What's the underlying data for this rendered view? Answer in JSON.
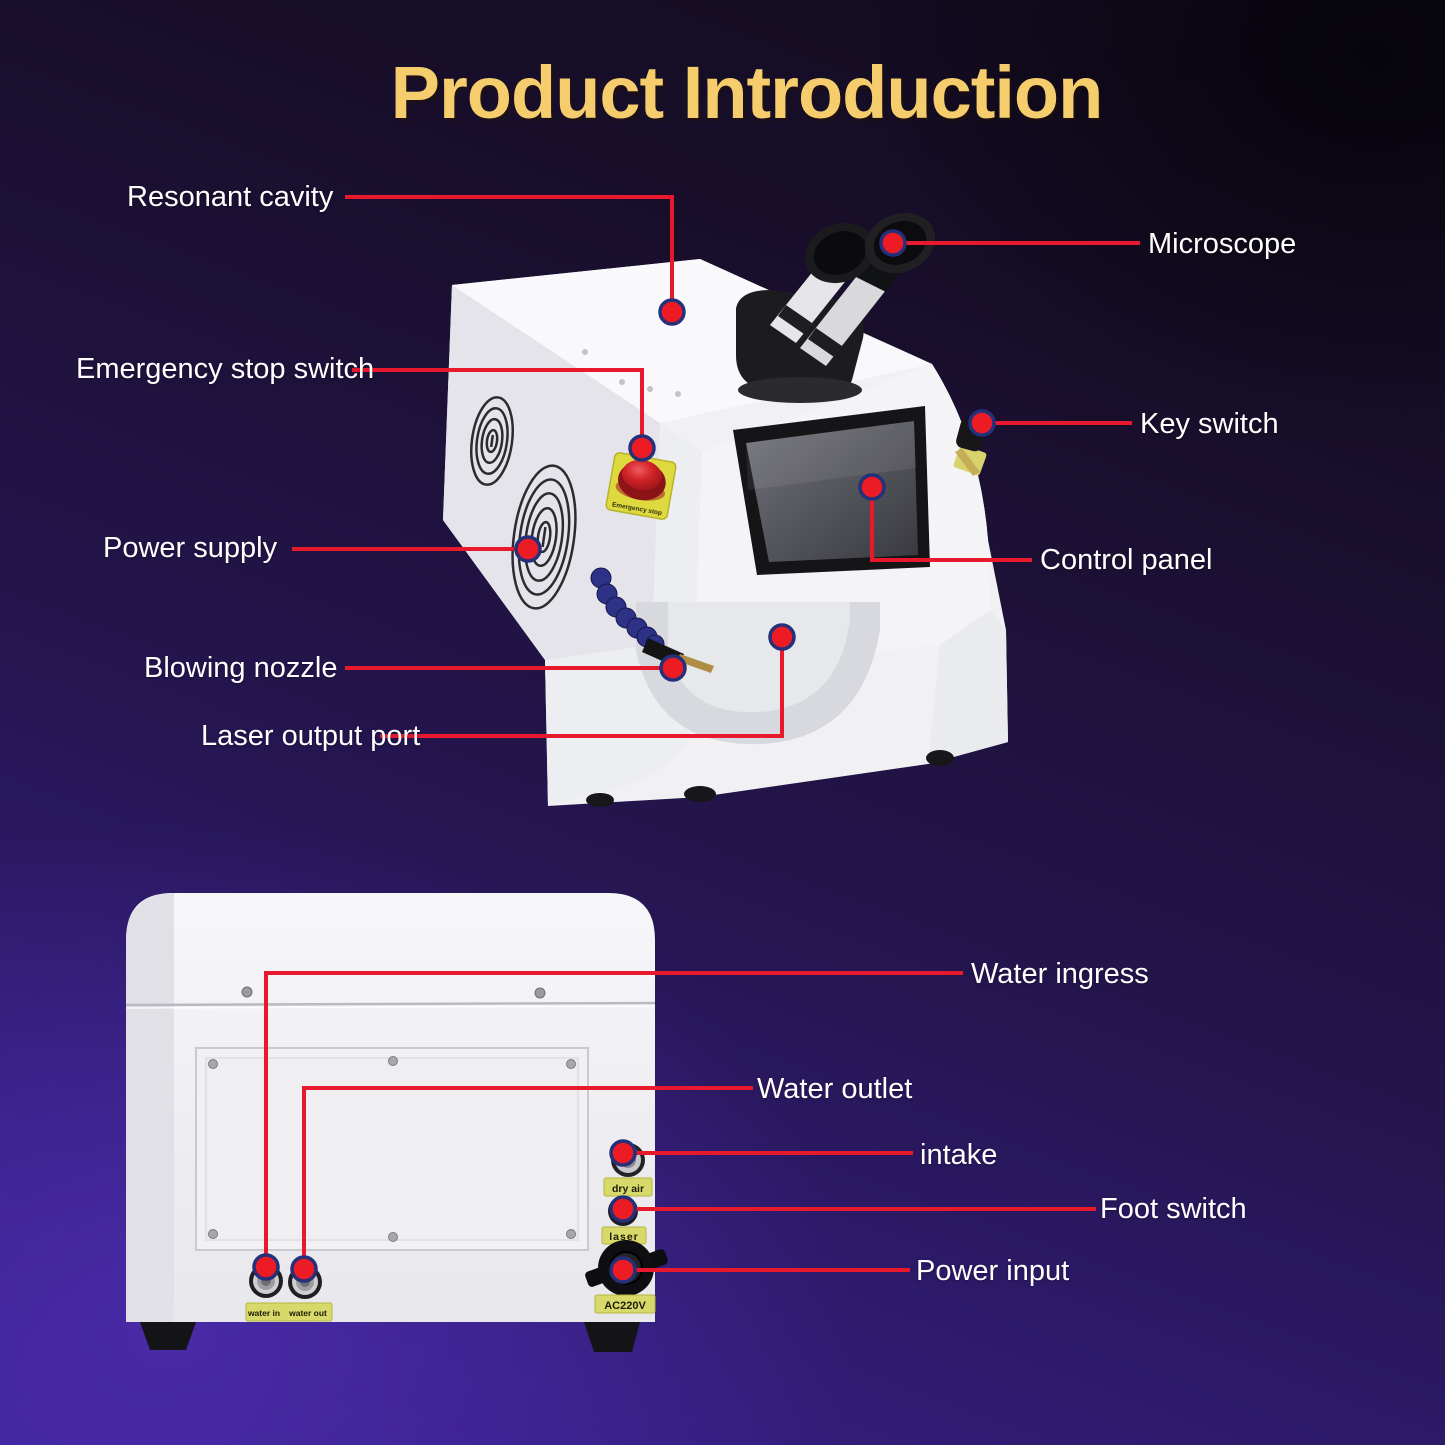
{
  "title": "Product Introduction",
  "colors": {
    "background_top": "#120b1d",
    "background_bottom_left": "#3a2191",
    "title_text": "#f6cd6d",
    "label_text": "#ffffff",
    "callout_line": "#e8192c",
    "callout_dot": "#ed1c24",
    "callout_dot_ring": "#25307a",
    "machine_body": "#f2f2f5",
    "sticker_yellow": "#d8d96b"
  },
  "front_view": {
    "name": "Laser welding machine - front angled view",
    "callouts": [
      {
        "id": "resonant-cavity",
        "text": "Resonant cavity"
      },
      {
        "id": "microscope",
        "text": "Microscope"
      },
      {
        "id": "emergency-stop-switch",
        "text": "Emergency stop switch"
      },
      {
        "id": "key-switch",
        "text": "Key switch"
      },
      {
        "id": "power-supply",
        "text": "Power supply"
      },
      {
        "id": "control-panel",
        "text": "Control panel"
      },
      {
        "id": "blowing-nozzle",
        "text": "Blowing nozzle"
      },
      {
        "id": "laser-output-port",
        "text": "Laser output port"
      }
    ],
    "stickers": {
      "emergency_stop": "Emergency stop"
    }
  },
  "back_view": {
    "name": "Laser welding machine - back view",
    "callouts": [
      {
        "id": "water-ingress",
        "text": "Water ingress"
      },
      {
        "id": "water-outlet",
        "text": "Water outlet"
      },
      {
        "id": "intake",
        "text": "intake"
      },
      {
        "id": "foot-switch",
        "text": "Foot switch"
      },
      {
        "id": "power-input",
        "text": "Power input"
      }
    ],
    "stickers": {
      "water_in": "water in",
      "water_out": "water out",
      "dry_air": "dry air",
      "laser": "laser",
      "power": "AC220V"
    }
  }
}
